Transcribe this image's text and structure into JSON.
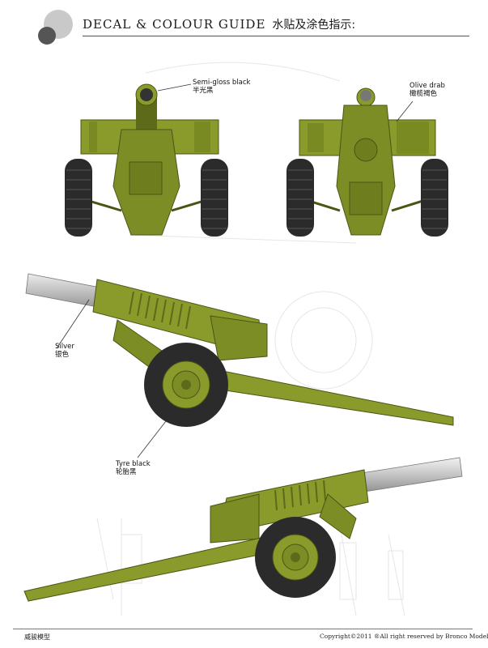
{
  "header": {
    "title": "DECAL & COLOUR GUIDE",
    "title_cn": "水贴及涂色指示:"
  },
  "callouts": {
    "semi_gloss_en": "Semi-gloss black",
    "semi_gloss_cn": "半光黑",
    "olive_drab_en": "Olive drab",
    "olive_drab_cn": "橄榄褐色",
    "silver_en": "Silver",
    "silver_cn": "银色",
    "tyre_black_en": "Tyre black",
    "tyre_black_cn": "轮胎黑"
  },
  "footer": {
    "left": "威骏模型",
    "right": "Copyright©2011  ®All right reserved by Bronco Models"
  },
  "colors": {
    "olive_drab": "#8a9a2b",
    "olive_dark": "#5c6a1a",
    "tyre_black": "#2b2b2b",
    "silver": "#c8c8c8",
    "semi_gloss_black": "#3a3a3a"
  },
  "icons": [
    "logo-circles-icon",
    "howitzer-front-view",
    "howitzer-rear-view",
    "howitzer-left-profile",
    "howitzer-right-profile"
  ]
}
